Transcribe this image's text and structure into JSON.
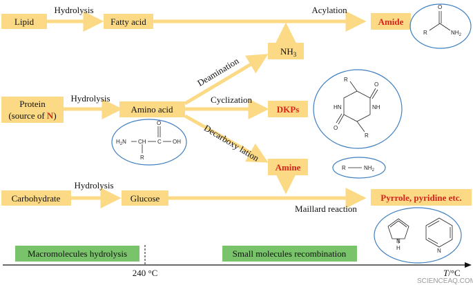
{
  "colors": {
    "arrow": "#fbd985",
    "box": "#fbd985",
    "emphasis": "#d8231c",
    "ellipse": "#3f7fc0",
    "phase": "#79c36b"
  },
  "nodes": {
    "lipid": "Lipid",
    "fatty_acid": "Fatty acid",
    "amide": "Amide",
    "nh3": "NH",
    "nh3_sub": "3",
    "protein_line1": "Protein",
    "protein_line2_pre": "(source of ",
    "protein_line2_n": "N",
    "protein_line2_post": ")",
    "amino_acid": "Amino acid",
    "dkps": "DKPs",
    "amine": "Amine",
    "carbohydrate": "Carbohydrate",
    "glucose": "Glucose",
    "pyrrole": "Pyrrole, pyridine etc."
  },
  "edges": {
    "hydrolysis_lipid": "Hydrolysis",
    "acylation": "Acylation",
    "hydrolysis_protein": "Hydrolysis",
    "deamination": "Deamination",
    "cyclization": "Cyclization",
    "decarboxylation": "Decarboxy lation",
    "hydrolysis_carb": "Hydrolysis",
    "maillard": "Maillard reaction"
  },
  "structures": {
    "amide": {
      "o": "O",
      "r": "R",
      "nh2": "NH",
      "nh2_sub": "2"
    },
    "amino_acid": {
      "o": "O",
      "h2n": "H",
      "h2n_sub": "2",
      "h2n_tail": "N",
      "ch": "CH",
      "c": "C",
      "oh": "OH",
      "r": "R"
    },
    "dkp": {
      "r_top": "R",
      "o_top": "O",
      "hn": "HN",
      "nh": "NH",
      "o_bottom": "O",
      "r_bottom": "R"
    },
    "amine": {
      "r": "R",
      "nh2": "NH",
      "nh2_sub": "2"
    },
    "pyrrole": {
      "n": "N",
      "h": "H"
    },
    "pyridine": {
      "n": "N"
    }
  },
  "timeline": {
    "phase1": "Macromolecules hydrolysis",
    "phase2": "Small molecules recombination",
    "temp_mark": "240 °C",
    "axis_label_italic": "T",
    "axis_label_rest": "/°C"
  },
  "watermark": "SCIENCEAQ.COM"
}
